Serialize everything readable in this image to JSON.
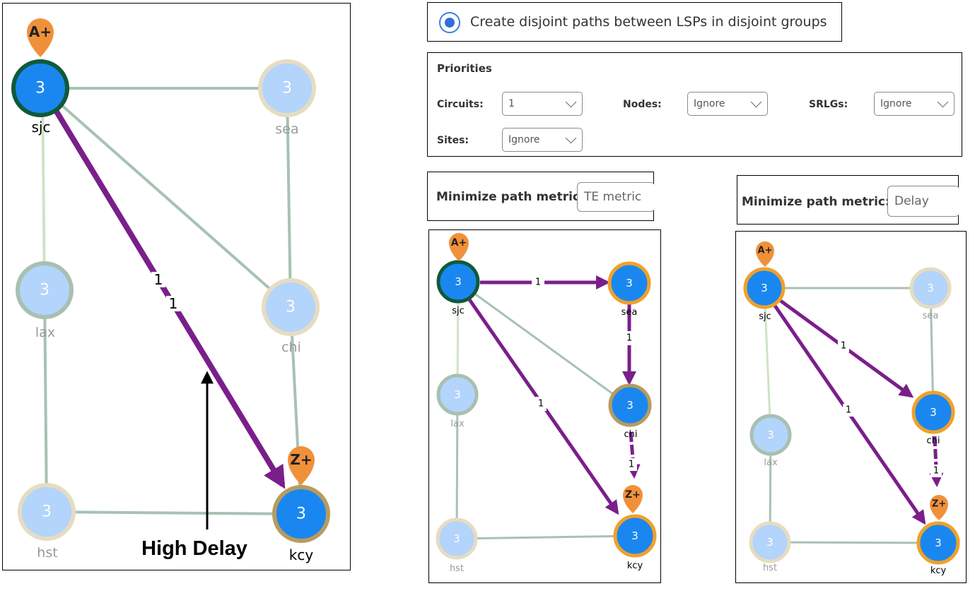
{
  "radio_option": {
    "label": "Create disjoint paths between LSPs in disjoint groups",
    "selected": true
  },
  "priorities": {
    "title": "Priorities",
    "circuits": {
      "label": "Circuits:",
      "value": "1"
    },
    "nodes": {
      "label": "Nodes:",
      "value": "Ignore"
    },
    "srlgs": {
      "label": "SRLGs:",
      "value": "Ignore"
    },
    "sites": {
      "label": "Sites:",
      "value": "Ignore"
    }
  },
  "metric_te": {
    "label": "Minimize path metric:",
    "value": "TE metric"
  },
  "metric_delay": {
    "label": "Minimize path metric:",
    "value": "Delay"
  },
  "colors": {
    "active_node": "#1a87f0",
    "inactive_node": "#b3d4fb",
    "lsp_path": "#7a1f8a",
    "link": "#a7c2b2",
    "pin": "#f0913a"
  },
  "topology_left": {
    "annotation": "High Delay",
    "nodes": {
      "sjc": {
        "name": "sjc",
        "count": "3",
        "active": true,
        "pin": "A+"
      },
      "sea": {
        "name": "sea",
        "count": "3",
        "active": false
      },
      "lax": {
        "name": "lax",
        "count": "3",
        "active": false
      },
      "chi": {
        "name": "chi",
        "count": "3",
        "active": false
      },
      "hst": {
        "name": "hst",
        "count": "3",
        "active": false
      },
      "kcy": {
        "name": "kcy",
        "count": "3",
        "active": true,
        "pin": "Z+"
      }
    },
    "path_labels": [
      "1",
      "1"
    ]
  },
  "topology_te": {
    "nodes": {
      "sjc": {
        "name": "sjc",
        "count": "3",
        "active": true,
        "pin": "A+"
      },
      "sea": {
        "name": "sea",
        "count": "3",
        "active": true
      },
      "lax": {
        "name": "lax",
        "count": "3",
        "active": false
      },
      "chi": {
        "name": "chi",
        "count": "3",
        "active": true
      },
      "hst": {
        "name": "hst",
        "count": "3",
        "active": false
      },
      "kcy": {
        "name": "kcy",
        "count": "3",
        "active": true,
        "pin": "Z+"
      }
    },
    "path_labels": [
      "1",
      "1",
      "1",
      "1"
    ]
  },
  "topology_delay": {
    "nodes": {
      "sjc": {
        "name": "sjc",
        "count": "3",
        "active": true,
        "pin": "A+"
      },
      "sea": {
        "name": "sea",
        "count": "3",
        "active": false
      },
      "lax": {
        "name": "lax",
        "count": "3",
        "active": false
      },
      "chi": {
        "name": "chi",
        "count": "3",
        "active": true
      },
      "hst": {
        "name": "hst",
        "count": "3",
        "active": false
      },
      "kcy": {
        "name": "kcy",
        "count": "3",
        "active": true,
        "pin": "Z+"
      }
    },
    "path_labels": [
      "1",
      "1",
      "1"
    ]
  }
}
